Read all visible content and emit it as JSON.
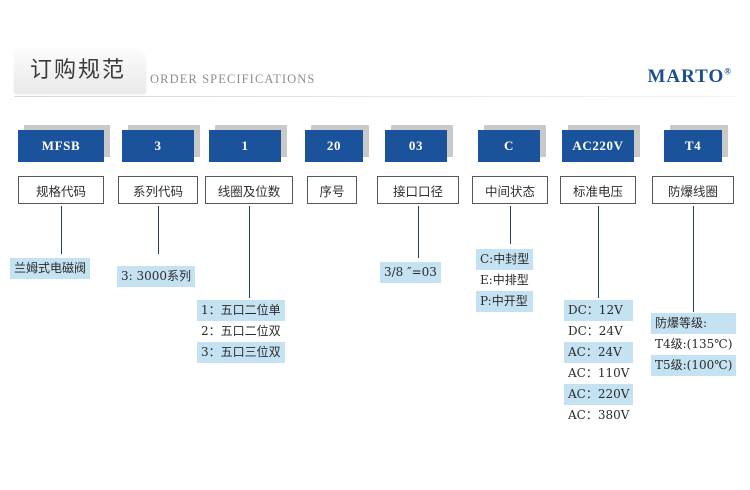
{
  "header": {
    "title_cn": "订购规范",
    "title_en": "ORDER SPECIFICATIONS",
    "brand": "MARTO",
    "brand_mark": "®"
  },
  "colors": {
    "code_box": "#1a529c",
    "code_shadow": "#c9c9c9",
    "connector": "#1b3f6b",
    "highlight": "#c5e2f2",
    "brand": "#1b4f91"
  },
  "columns": [
    {
      "code": "MFSB",
      "label": "规格代码",
      "options": [
        "兰姆式电磁阀"
      ],
      "highlights": [
        true
      ]
    },
    {
      "code": "3",
      "label": "系列代码",
      "options": [
        "3: 3000系列"
      ],
      "highlights": [
        true
      ]
    },
    {
      "code": "1",
      "label": "线圈及位数",
      "options": [
        "1：五口二位单",
        "2：五口二位双",
        "3：五口三位双"
      ],
      "highlights": [
        true,
        false,
        true
      ]
    },
    {
      "code": "20",
      "label": "序号",
      "options": [],
      "highlights": []
    },
    {
      "code": "03",
      "label": "接口口径",
      "options": [
        "3/8 ″=03"
      ],
      "highlights": [
        true
      ]
    },
    {
      "code": "C",
      "label": "中间状态",
      "options": [
        "C:中封型",
        "E:中排型",
        "P:中开型"
      ],
      "highlights": [
        true,
        false,
        true
      ]
    },
    {
      "code": "AC220V",
      "label": "标准电压",
      "options": [
        "DC：12V",
        "DC：24V",
        "AC：24V",
        "AC：110V",
        "AC：220V",
        "AC：380V"
      ],
      "highlights": [
        true,
        false,
        true,
        false,
        true,
        false
      ]
    },
    {
      "code": "T4",
      "label": "防爆线圈",
      "options": [
        "防爆等级:",
        "T4级:(135℃)",
        "T5级:(100℃)"
      ],
      "highlights": [
        true,
        false,
        true
      ]
    }
  ]
}
